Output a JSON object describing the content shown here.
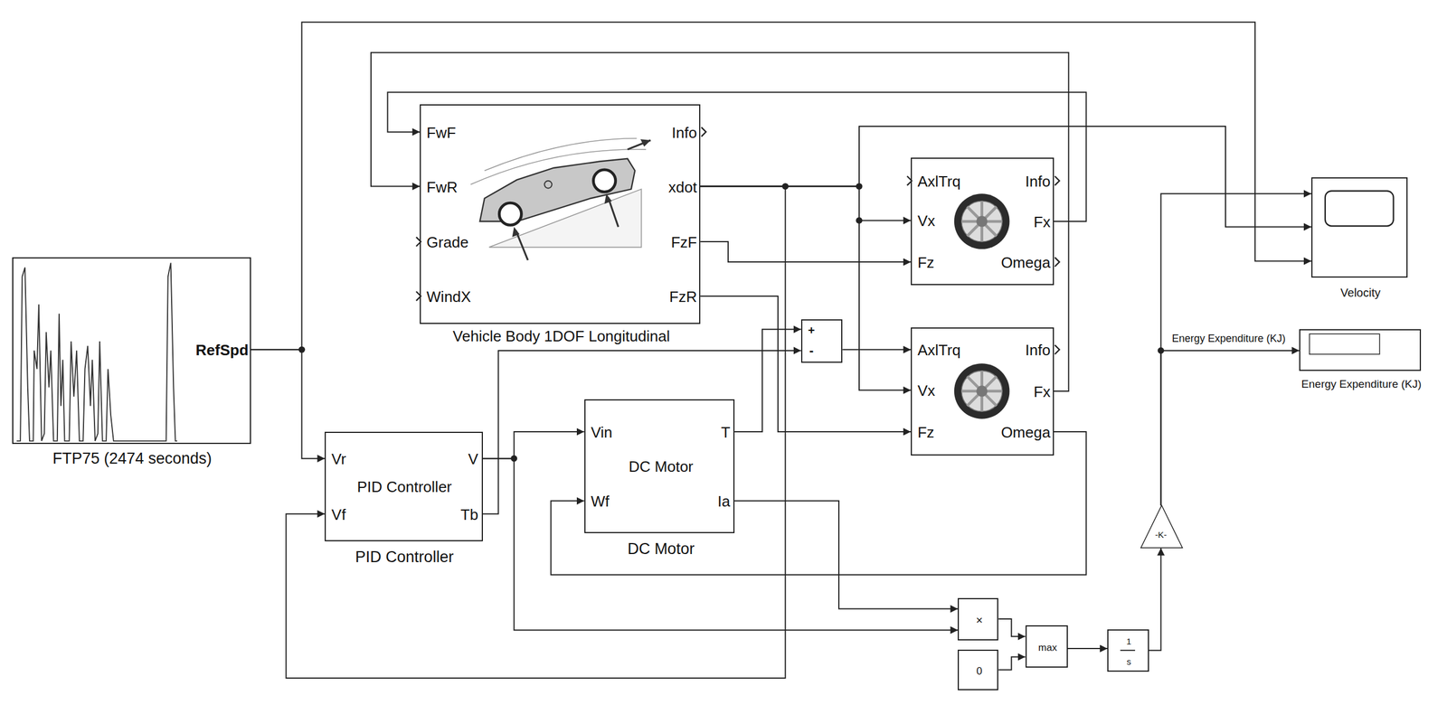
{
  "diagram": {
    "nodes": [
      {
        "text": [
          "RefSpd",
          "FTP75 (2474 seconds)"
        ]
      },
      {
        "text": [
          "FwF",
          "FwR",
          "Grade",
          "WindX",
          "Info",
          "xdot",
          "FzF",
          "FzR",
          "Vehicle Body 1DOF Longitudinal"
        ]
      },
      {
        "text": [
          "AxlTrq",
          "Vx",
          "Fz",
          "Info",
          "Fx",
          "Omega"
        ]
      },
      {
        "text": [
          "AxlTrq",
          "Vx",
          "Fz",
          "Info",
          "Fx",
          "Omega"
        ]
      },
      {
        "text": [
          "Velocity"
        ]
      },
      {
        "text": [
          "Energy Expenditure (KJ)"
        ]
      },
      {
        "text": [
          "+",
          "-"
        ]
      },
      {
        "text": [
          "Vr",
          "Vf",
          "V",
          "Tb",
          "PID Controller",
          "PID Controller"
        ]
      },
      {
        "text": [
          "Vin",
          "Wf",
          "T",
          "Ia",
          "DC Motor",
          "DC Motor"
        ]
      },
      {
        "text": [
          "-K-"
        ]
      },
      {
        "text": [
          "×"
        ]
      },
      {
        "text": [
          "0"
        ]
      },
      {
        "text": [
          "max"
        ]
      },
      {
        "text": [
          "1",
          "s"
        ]
      }
    ],
    "edges": [
      {
        "from": 0,
        "to": 7,
        "arrow": "to"
      },
      {
        "from": 0,
        "to": 4,
        "arrow": "to"
      },
      {
        "from": 7,
        "to": 8,
        "arrow": "to"
      },
      {
        "from": 7,
        "to": 10,
        "arrow": "to"
      },
      {
        "from": 7,
        "to": 6,
        "arrow": "to"
      },
      {
        "from": 8,
        "to": 6,
        "arrow": "to"
      },
      {
        "from": 6,
        "to": 3,
        "arrow": "to"
      },
      {
        "from": 1,
        "to": 2,
        "arrow": "to"
      },
      {
        "from": 1,
        "to": 3,
        "arrow": "to"
      },
      {
        "from": 1,
        "to": 7,
        "arrow": "to"
      },
      {
        "from": 1,
        "to": 4,
        "arrow": "to"
      },
      {
        "from": 1,
        "to": 2,
        "arrow": "to"
      },
      {
        "from": 1,
        "to": 3,
        "arrow": "to"
      },
      {
        "from": 2,
        "to": 1,
        "arrow": "to"
      },
      {
        "from": 3,
        "to": 1,
        "arrow": "to"
      },
      {
        "from": 3,
        "to": 8,
        "arrow": "to"
      },
      {
        "from": 8,
        "to": 10,
        "arrow": "to"
      },
      {
        "from": 10,
        "to": 12,
        "arrow": "to"
      },
      {
        "from": 11,
        "to": 12,
        "arrow": "to"
      },
      {
        "from": 12,
        "to": 13,
        "arrow": "to"
      },
      {
        "from": 13,
        "to": 9,
        "arrow": "to"
      },
      {
        "from": 9,
        "to": 4,
        "arrow": "to"
      },
      {
        "from": 9,
        "to": 5,
        "arrow": "to"
      }
    ],
    "labels": [
      "Energy Expenditure (KJ)"
    ]
  }
}
